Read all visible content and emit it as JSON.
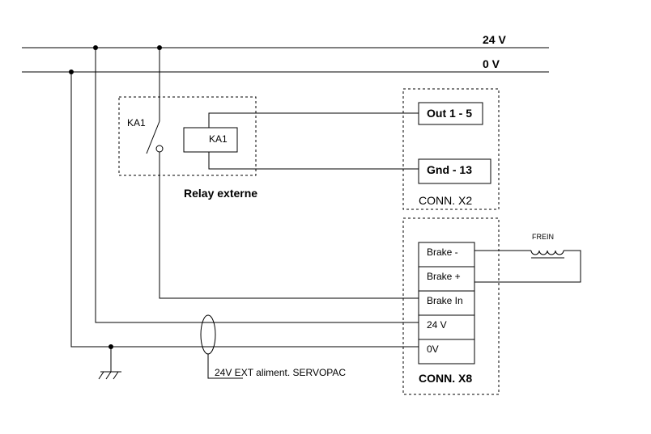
{
  "rails": {
    "positive": "24 V",
    "negative": "0 V"
  },
  "relay": {
    "contact_label": "KA1",
    "coil_label": "KA1",
    "caption": "Relay externe"
  },
  "conn_x2": {
    "title": "CONN. X2",
    "pins": [
      "Out 1 - 5",
      "Gnd - 13"
    ]
  },
  "conn_x8": {
    "title": "CONN. X8",
    "pins": [
      "Brake -",
      "Brake +",
      "Brake In",
      "24 V",
      "0V"
    ]
  },
  "brake": {
    "label": "FREIN"
  },
  "supply": {
    "label": "24V  EXT aliment. SERVOPAC"
  }
}
